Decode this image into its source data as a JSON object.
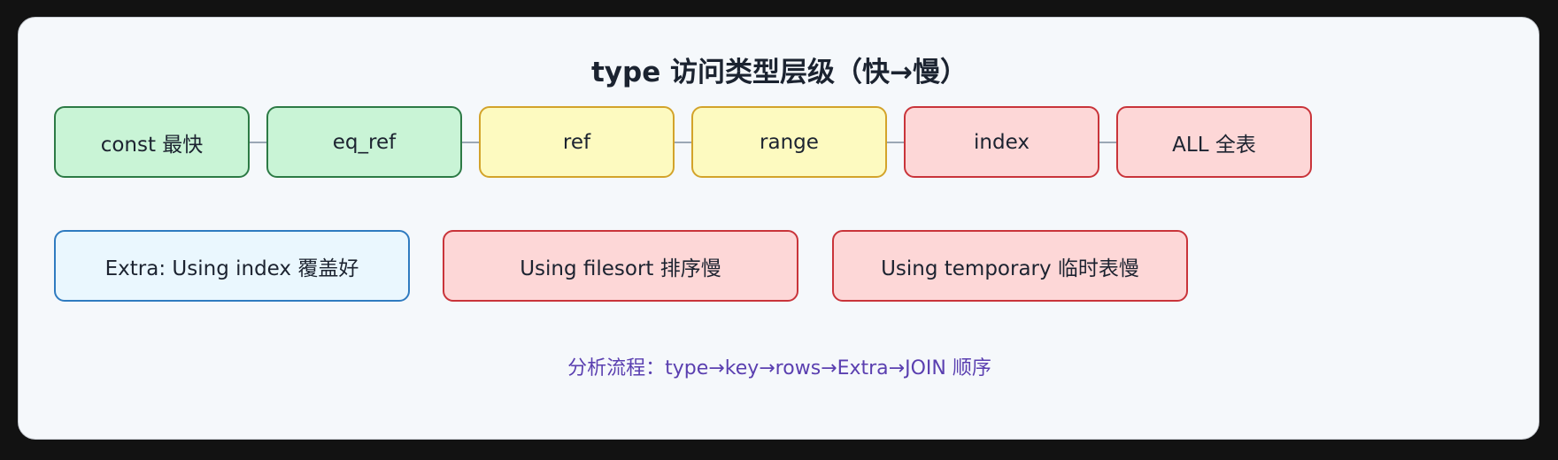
{
  "title": "type 访问类型层级（快→慢）",
  "type_levels": [
    {
      "label": "const 最快",
      "color": "#c9f4d6",
      "border": "#2c7a45"
    },
    {
      "label": "eq_ref",
      "color": "#c9f4d6",
      "border": "#2c7a45"
    },
    {
      "label": "ref",
      "color": "#fdfac0",
      "border": "#d3a32a"
    },
    {
      "label": "range",
      "color": "#fdfac0",
      "border": "#d3a32a"
    },
    {
      "label": "index",
      "color": "#fdd7d7",
      "border": "#c9343a"
    },
    {
      "label": "ALL 全表",
      "color": "#fdd7d7",
      "border": "#c9343a"
    }
  ],
  "extra_items": [
    {
      "label": "Extra: Using index 覆盖好",
      "color": "#eaf7fe",
      "border": "#2f7bc0"
    },
    {
      "label": "Using filesort 排序慢",
      "color": "#fdd7d7",
      "border": "#c9343a"
    },
    {
      "label": "Using temporary 临时表慢",
      "color": "#fdd7d7",
      "border": "#c9343a"
    }
  ],
  "note": "分析流程：type→key→rows→Extra→JOIN 顺序"
}
